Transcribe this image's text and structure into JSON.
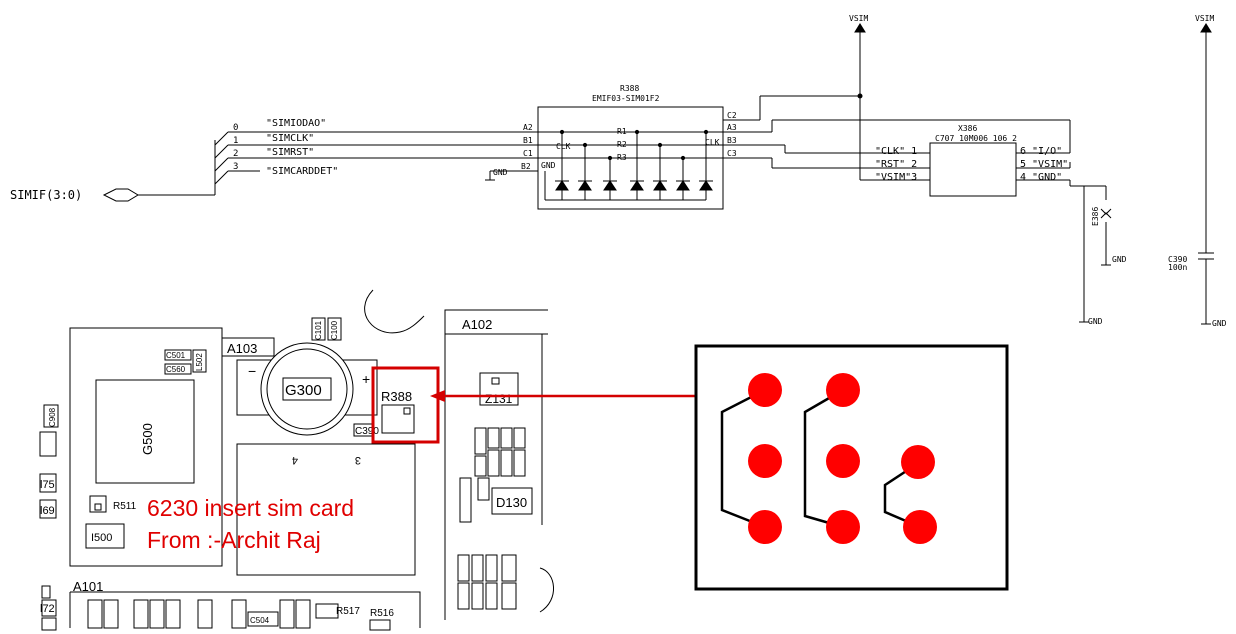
{
  "schematic": {
    "bus_name": "SIMIF(3:0)",
    "bus_signals": [
      {
        "index": "0",
        "name": "\"SIMIODAO\""
      },
      {
        "index": "1",
        "name": "\"SIMCLK\""
      },
      {
        "index": "2",
        "name": "\"SIMRST\""
      },
      {
        "index": "3",
        "name": "\"SIMCARDDET\""
      }
    ],
    "filter": {
      "ref": "R388",
      "part": "EMIF03-SIM01F2",
      "left_pins": [
        "A2",
        "B1",
        "C1",
        "B2",
        "GND"
      ],
      "right_pins": [
        "C2",
        "A3",
        "B3",
        "C3"
      ],
      "resistors": [
        "R1",
        "R2",
        "R3"
      ],
      "clk_left": "CLK",
      "clk_right": "CLK"
    },
    "gnd_label": "GND",
    "vsim_label": "VSIM",
    "connector": {
      "ref": "X386",
      "part": "C707_10M006_106_2",
      "left_pins": [
        "\"CLK\" 1",
        "\"RST\" 2",
        "\"VSIM\"3"
      ],
      "right_pins": [
        "6 \"I/O\"",
        "5 \"VSIM\"",
        "4 \"GND\""
      ]
    },
    "esd": {
      "ref": "E386"
    },
    "capacitor": {
      "ref": "C390",
      "value": "100n"
    }
  },
  "pcb": {
    "labels": {
      "a103": "A103",
      "a102": "A102",
      "a101": "A101",
      "g300": "G300",
      "g500": "G500",
      "r388": "R388",
      "c390": "C390",
      "z131": "Z131",
      "d130": "D130",
      "r511": "R511",
      "i500": "I500",
      "r517": "R517",
      "r516": "R516",
      "c501": "C501",
      "c560": "C560",
      "l502": "L502",
      "c101": "C101",
      "c100": "C100",
      "c908": "C908",
      "l75": "l75",
      "l69": "l69",
      "l72": "l72",
      "minus": "−",
      "plus": "+",
      "pad4": "4",
      "pad3": "3",
      "c504": "C504"
    },
    "caption_line1": "6230 insert sim card",
    "caption_line2": "From :-Archit Raj"
  },
  "colors": {
    "highlight": "#d40000",
    "pad": "#ff0000",
    "caption": "#e00000",
    "line": "#000000"
  }
}
